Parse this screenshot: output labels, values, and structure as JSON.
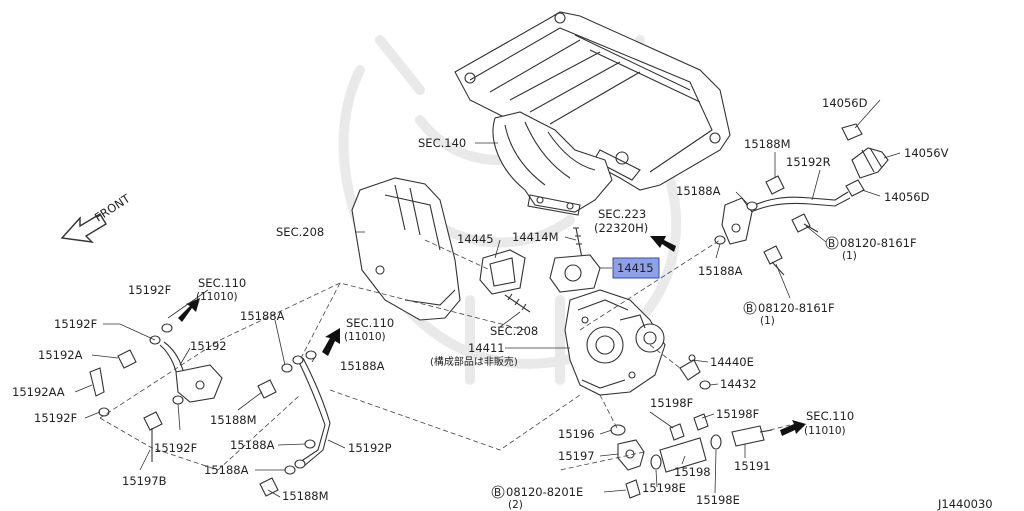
{
  "diagram": {
    "doc_id": "J1440030",
    "front_label": "FRONT",
    "highlight_part": "14415",
    "labels": {
      "sec140": "SEC.140",
      "sec208_top": "SEC.208",
      "sec208_bottom": "SEC.208",
      "sec223": "SEC.223",
      "sec223_sub": "(22320H)",
      "sec110_a": "SEC.110",
      "sec110_a_sub": "(11010)",
      "sec110_b": "SEC.110",
      "sec110_b_sub": "(11010)",
      "sec110_c": "SEC.110",
      "sec110_c_sub": "(11010)",
      "p14056D_top": "14056D",
      "p14056V": "14056V",
      "p14056D_bot": "14056D",
      "p15188M_top": "15188M",
      "p15192R": "15192R",
      "p15188A_top": "15188A",
      "p15188A_mid": "15188A",
      "bolt_08120_8161F_a": "08120-8161F",
      "bolt_08120_8161F_a_qty": "(1)",
      "bolt_08120_8161F_b": "08120-8161F",
      "bolt_08120_8161F_b_qty": "(1)",
      "p14445": "14445",
      "p14414M": "14414M",
      "p14411": "14411",
      "p14411_note": "(構成部品は非販売)",
      "p14440E": "14440E",
      "p14432": "14432",
      "p15192F_a": "15192F",
      "p15192F_b": "15192F",
      "p15192A": "15192A",
      "p15192AA": "15192AA",
      "p15192F_c": "15192F",
      "p15192": "15192",
      "p15192F_d": "15192F",
      "p15197B": "15197B",
      "p15188A_l1": "15188A",
      "p15188A_l2": "15188A",
      "p15188M_l1": "15188M",
      "p15188A_l3": "15188A",
      "p15192P": "15192P",
      "p15188A_l4": "15188A",
      "p15188M_l2": "15188M",
      "p15198F_a": "15198F",
      "p15198F_b": "15198F",
      "p15196": "15196",
      "p15197": "15197",
      "p15198": "15198",
      "p15191": "15191",
      "p15198E_a": "15198E",
      "p15198E_b": "15198E",
      "bolt_08120_8201E": "08120-8201E",
      "bolt_08120_8201E_qty": "(2)",
      "circle_b": "B"
    }
  }
}
